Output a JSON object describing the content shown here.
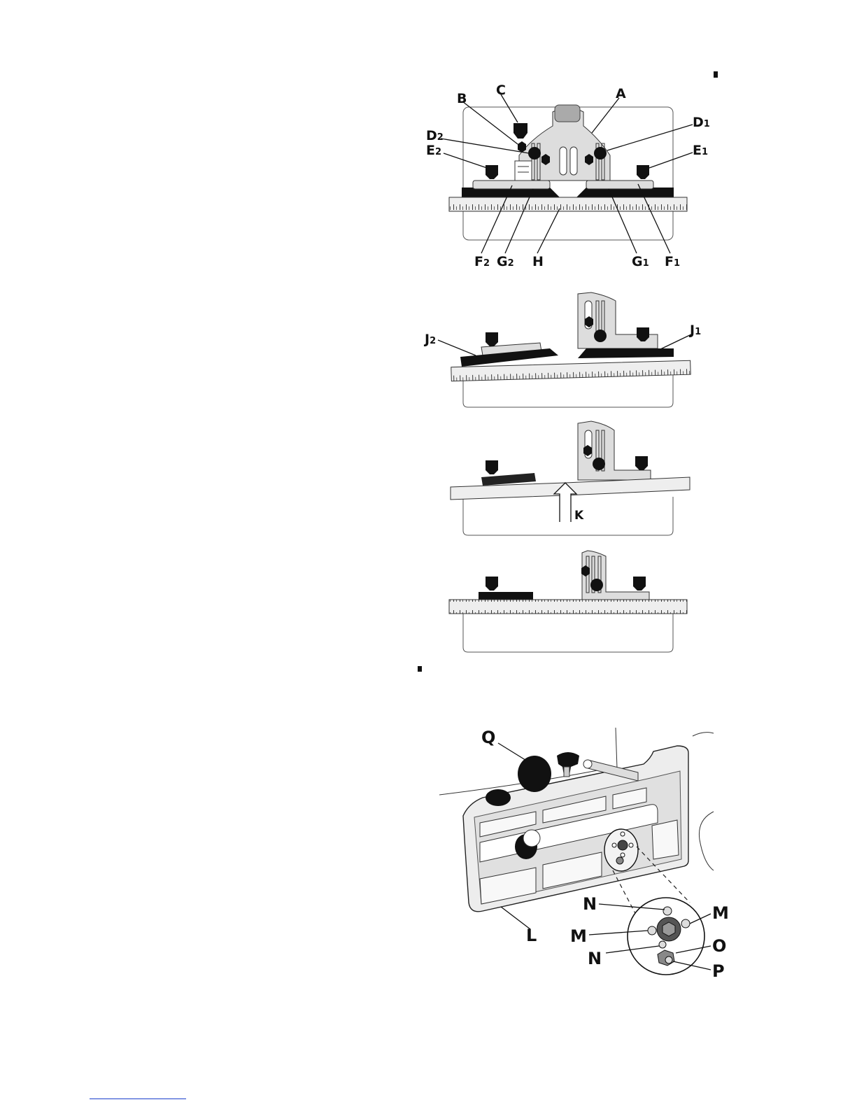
{
  "figures": {
    "fig1": {
      "labels": [
        {
          "id": "A",
          "text": "A",
          "sub": ""
        },
        {
          "id": "B",
          "text": "B",
          "sub": ""
        },
        {
          "id": "C",
          "text": "C",
          "sub": ""
        },
        {
          "id": "D1",
          "text": "D",
          "sub": "1"
        },
        {
          "id": "D2",
          "text": "D",
          "sub": "2"
        },
        {
          "id": "E1",
          "text": "E",
          "sub": "1"
        },
        {
          "id": "E2",
          "text": "E",
          "sub": "2"
        },
        {
          "id": "F2",
          "text": "F",
          "sub": "2"
        },
        {
          "id": "G2",
          "text": "G",
          "sub": "2"
        },
        {
          "id": "H",
          "text": "H",
          "sub": ""
        },
        {
          "id": "G1",
          "text": "G",
          "sub": "1"
        },
        {
          "id": "F1",
          "text": "F",
          "sub": "1"
        }
      ]
    },
    "fig2": {
      "labels": [
        {
          "id": "J2",
          "text": "J",
          "sub": "2"
        },
        {
          "id": "J1",
          "text": "J",
          "sub": "1"
        }
      ]
    },
    "fig3": {
      "labels": [
        {
          "id": "K",
          "text": "K",
          "sub": ""
        }
      ]
    },
    "fig5": {
      "labels": [
        {
          "id": "Q",
          "text": "Q"
        },
        {
          "id": "L",
          "text": "L"
        },
        {
          "id": "N-top",
          "text": "N"
        },
        {
          "id": "M-right",
          "text": "M"
        },
        {
          "id": "M-left",
          "text": "M"
        },
        {
          "id": "N-bottom",
          "text": "N"
        },
        {
          "id": "O",
          "text": "O"
        },
        {
          "id": "P",
          "text": "P"
        }
      ]
    }
  },
  "colors": {
    "ink": "#111111",
    "part_fill": "#dcdcdc",
    "ruler_fill": "#eeeeee",
    "footer_link": "#1a3dcc"
  }
}
